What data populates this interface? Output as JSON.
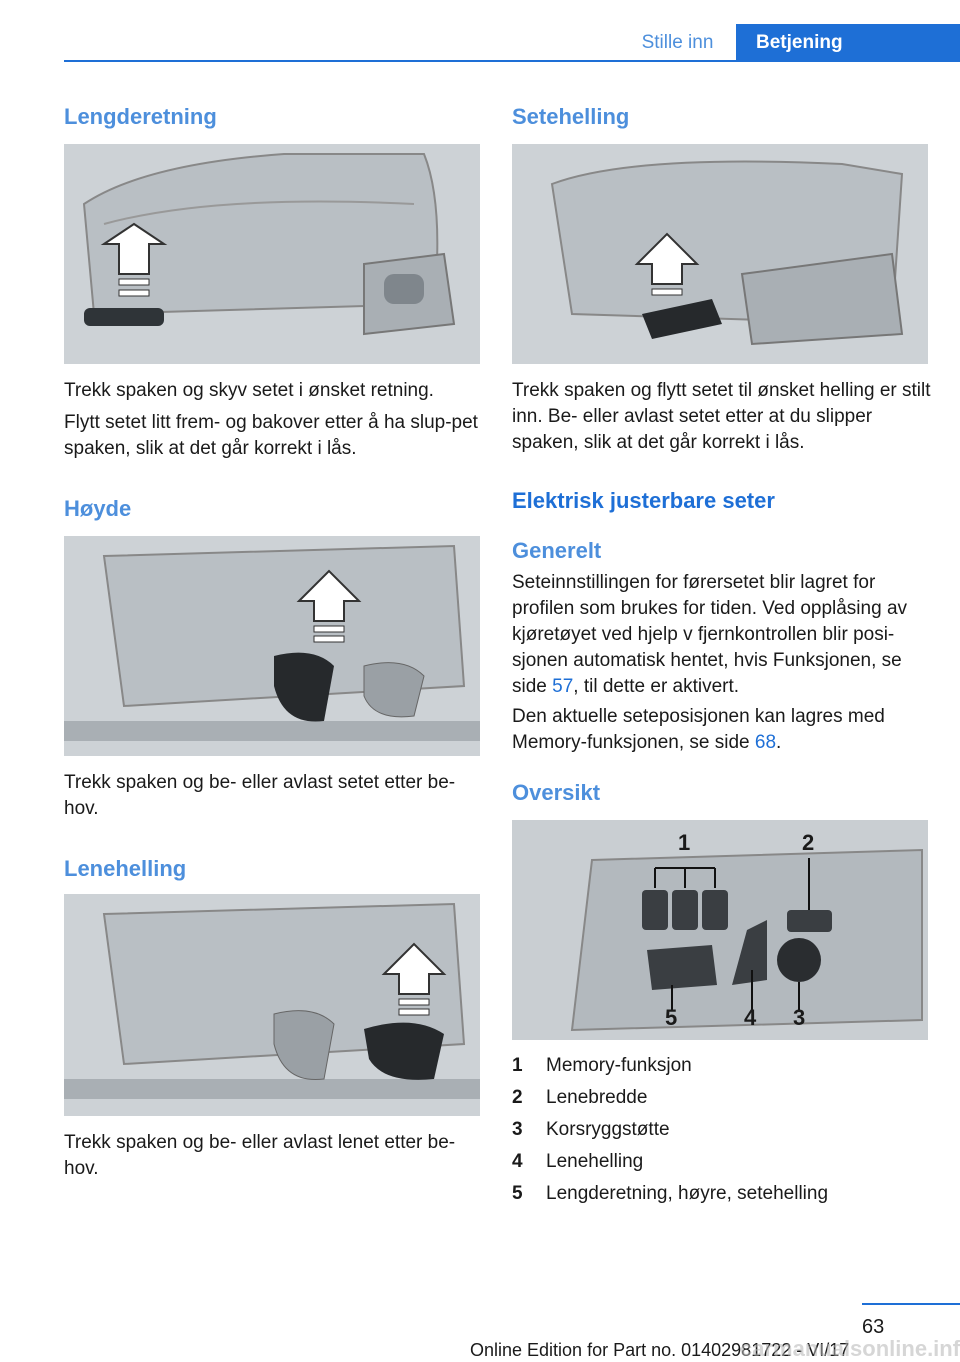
{
  "header": {
    "tab_inactive": "Stille inn",
    "tab_active": "Betjening"
  },
  "left": {
    "s1_title": "Lengderetning",
    "s1_text1": "Trekk spaken og skyv setet i ønsket retning.",
    "s1_text2": "Flytt setet litt frem- og bakover etter å ha slup-pet spaken, slik at det går korrekt i lås.",
    "s2_title": "Høyde",
    "s2_text": "Trekk spaken og be- eller avlast setet etter be-hov.",
    "s3_title": "Lenehelling",
    "s3_text": "Trekk spaken og be- eller avlast lenet etter be-hov."
  },
  "right": {
    "s1_title": "Setehelling",
    "s1_text": "Trekk spaken og flytt setet til ønsket helling er stilt inn. Be- eller avlast setet etter at du slipper spaken, slik at det går korrekt i lås.",
    "s2_title": "Elektrisk justerbare seter",
    "s3_title": "Generelt",
    "s3_text_a": "Seteinnstillingen for førersetet blir lagret for profilen som brukes for tiden. Ved opplåsing av kjøretøyet ved hjelp v fjernkontrollen blir posi-sjonen automatisk hentet, hvis Funksjonen, se side ",
    "s3_link1": "57",
    "s3_text_b": ", til dette er aktivert.",
    "s3_text2_a": "Den aktuelle seteposisjonen kan lagres med Memory-funksjonen, se side ",
    "s3_link2": "68",
    "s3_text2_b": ".",
    "s4_title": "Oversikt",
    "callouts": [
      "1",
      "2",
      "3",
      "4",
      "5"
    ],
    "legend": [
      {
        "num": "1",
        "label": "Memory-funksjon"
      },
      {
        "num": "2",
        "label": "Lenebredde"
      },
      {
        "num": "3",
        "label": "Korsryggstøtte"
      },
      {
        "num": "4",
        "label": "Lenehelling"
      },
      {
        "num": "5",
        "label": "Lengderetning, høyre, setehelling"
      }
    ]
  },
  "footer": {
    "page_number": "63",
    "edition": "Online Edition for Part no. 01402981722 - VI/17",
    "watermark": "carmanualsonline.info"
  }
}
